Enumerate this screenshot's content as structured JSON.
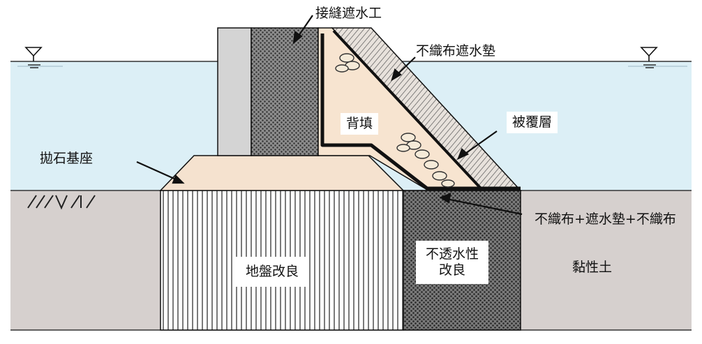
{
  "labels": {
    "joint_sealing": "接縫遮水工",
    "nonwoven_mat": "不織布遮水墊",
    "backfill": "背填",
    "armor_layer": "被覆層",
    "rubble_mound": "拋石基座",
    "composite_liner": "不織布+遮水墊+不織布",
    "ground_improvement": "地盤改良",
    "impermeable_improvement_line1": "不透水性",
    "impermeable_improvement_line2": "改良",
    "clay": "黏性土"
  },
  "colors": {
    "water": "#dceff6",
    "backfill": "#f7e4d0",
    "clay": "#d6d0ce",
    "concrete": "#d4d4d4",
    "outline": "#111111"
  },
  "icons": [
    "water-level-icon"
  ]
}
